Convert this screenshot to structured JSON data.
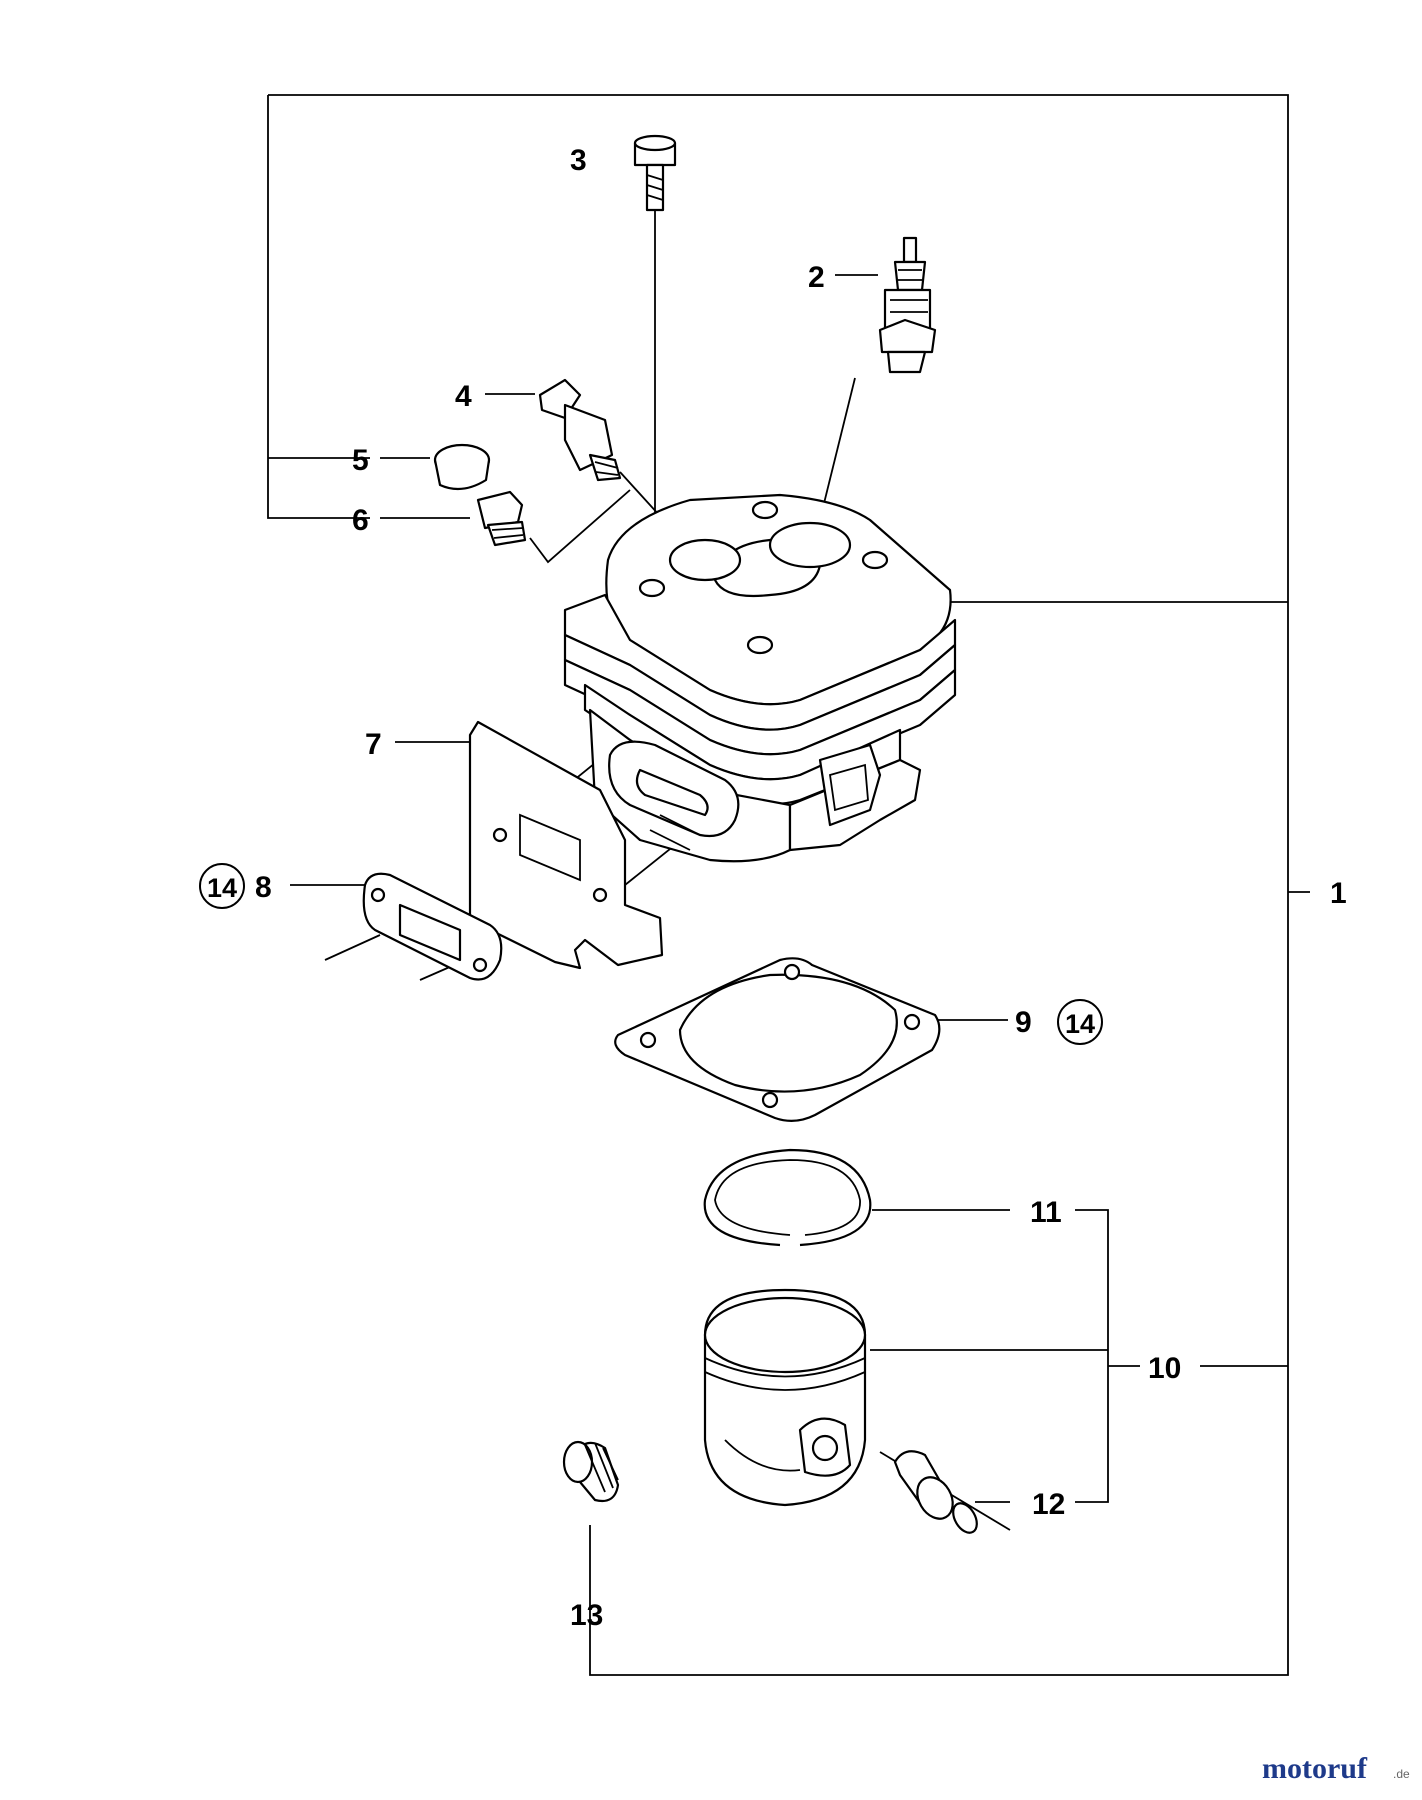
{
  "labels": {
    "l1": "1",
    "l2": "2",
    "l3": "3",
    "l4": "4",
    "l5": "5",
    "l6": "6",
    "l7": "7",
    "l8": "8",
    "l9": "9",
    "l10": "10",
    "l11": "11",
    "l12": "12",
    "l13": "13",
    "l14a": "14",
    "l14b": "14"
  },
  "watermark": {
    "main": "motoruf",
    "suffix": ".de",
    "colors": {
      "m": "#1e3a8a",
      "f": "#7a9a1e"
    }
  }
}
